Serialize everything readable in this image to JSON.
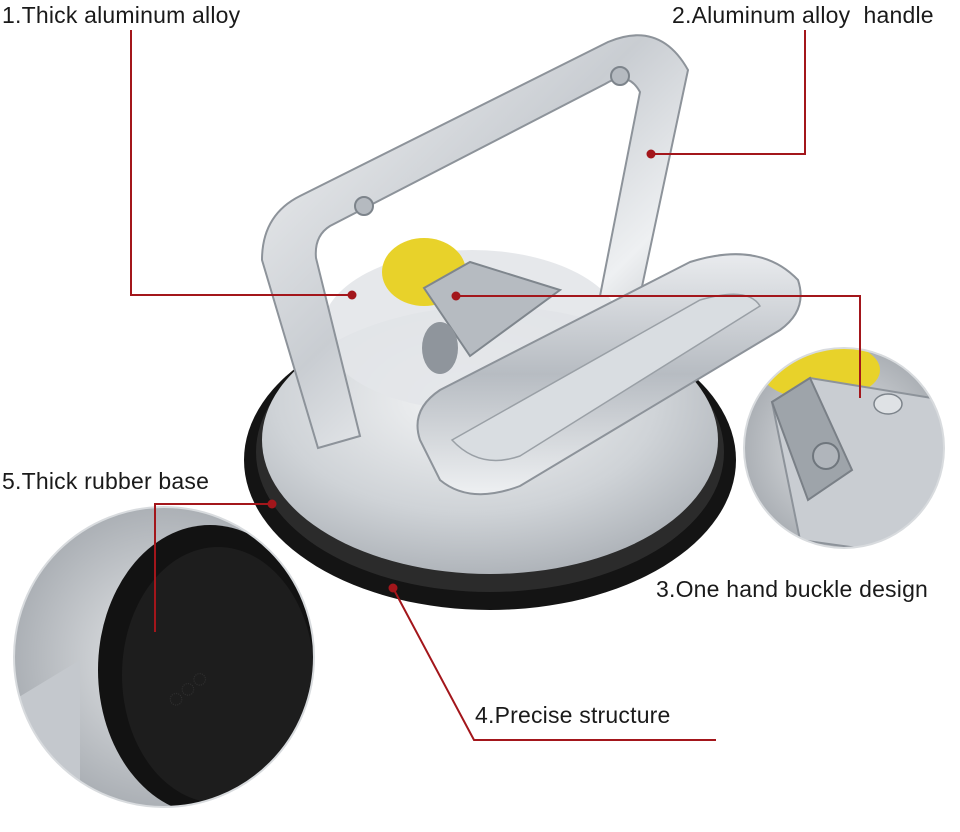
{
  "callouts": [
    {
      "id": "c1",
      "text": "1.Thick aluminum alloy"
    },
    {
      "id": "c2",
      "text": "2.Aluminum alloy  handle"
    },
    {
      "id": "c3",
      "text": "3.One hand buckle design"
    },
    {
      "id": "c4",
      "text": "4.Precise structure"
    },
    {
      "id": "c5",
      "text": "5.Thick rubber base"
    }
  ],
  "colors": {
    "leader": "#a3161b",
    "aluminum_light": "#eceef0",
    "aluminum_mid": "#c5c9ce",
    "aluminum_dark": "#8d939a",
    "rubber": "#141414",
    "sticker": "#e8d22a",
    "label_text": "#1a1a1a"
  },
  "icons": [
    "suction-cup-product-illustration",
    "rubber-base-detail-inset",
    "buckle-detail-inset"
  ]
}
